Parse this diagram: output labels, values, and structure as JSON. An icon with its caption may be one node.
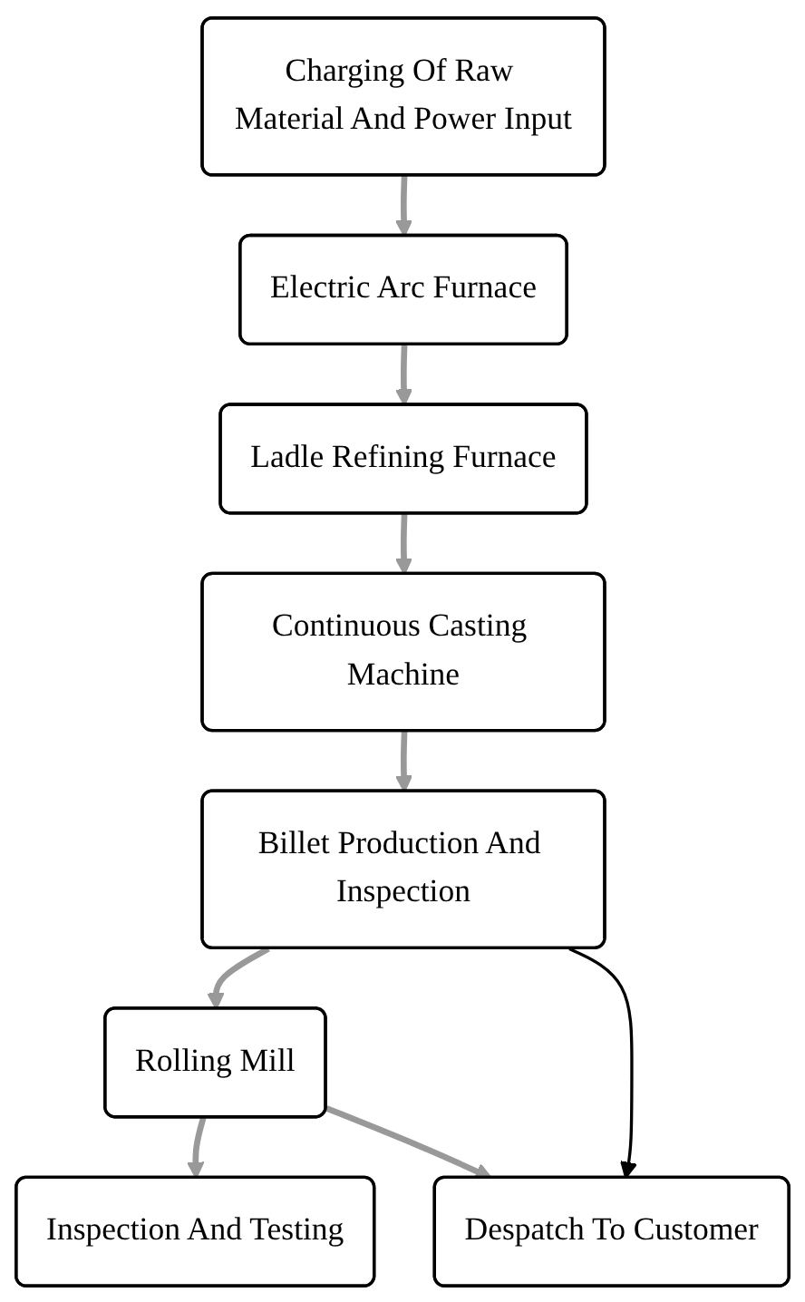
{
  "diagram": {
    "nodes": [
      {
        "text": [
          "Charging Of Raw Material And Power Input"
        ]
      },
      {
        "text": [
          "Electric Arc Furnace"
        ]
      },
      {
        "text": [
          "Ladle Refining Furnace"
        ]
      },
      {
        "text": [
          "Continuous Casting Machine"
        ]
      },
      {
        "text": [
          "Billet Production And Inspection"
        ]
      },
      {
        "text": [
          "Rolling Mill"
        ]
      },
      {
        "text": [
          "Inspection And Testing"
        ]
      },
      {
        "text": [
          "Despatch To Customer"
        ]
      }
    ],
    "edges": [
      {
        "from": 0,
        "to": 1,
        "arrow": "to"
      },
      {
        "from": 1,
        "to": 2,
        "arrow": "to"
      },
      {
        "from": 2,
        "to": 3,
        "arrow": "to"
      },
      {
        "from": 3,
        "to": 4,
        "arrow": "to"
      },
      {
        "from": 4,
        "to": 5,
        "arrow": "to"
      },
      {
        "from": 5,
        "to": 6,
        "arrow": "to"
      },
      {
        "from": 5,
        "to": 7,
        "arrow": "to"
      },
      {
        "from": 4,
        "to": 7,
        "arrow": "to",
        "color": "#000000"
      }
    ]
  }
}
